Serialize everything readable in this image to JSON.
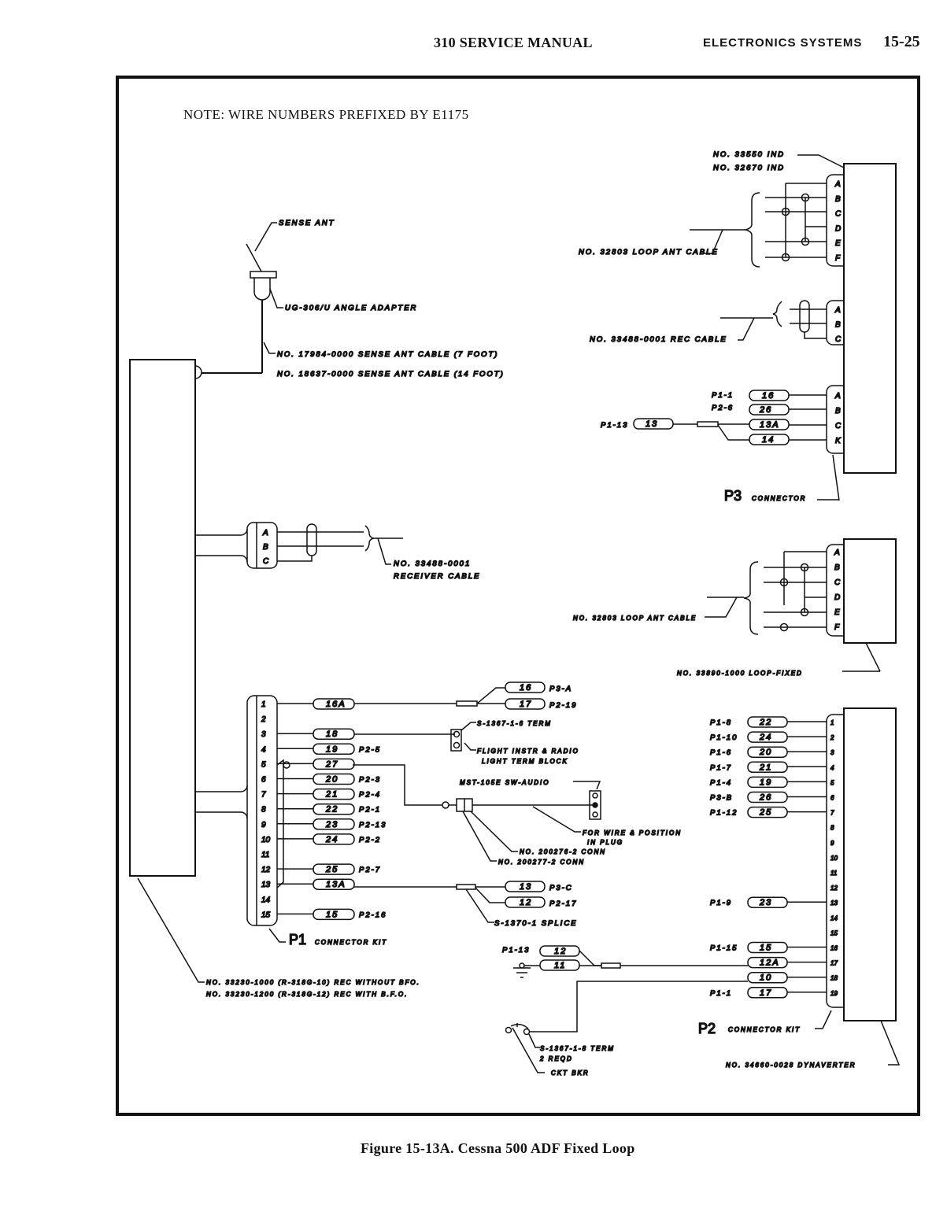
{
  "header": {
    "manual_title": "310 SERVICE MANUAL",
    "section": "ELECTRONICS SYSTEMS",
    "page": "15-25"
  },
  "note": "NOTE:   WIRE NUMBERS PREFIXED BY E1175",
  "caption": "Figure 15-13A.   Cessna 500 ADF Fixed Loop",
  "sense_antenna": {
    "antenna_label": "SENSE ANT",
    "adapter_label": "UG-306/U ANGLE ADAPTER",
    "cable_7ft": "NO. 17984-0000 SENSE ANT CABLE (7 FOOT)",
    "cable_14ft": "NO. 18637-0000 SENSE ANT CABLE (14 FOOT)"
  },
  "indicator": {
    "label_1": "NO. 33550 IND",
    "label_2": "NO. 32670 IND",
    "loop_cable": "NO. 32803 LOOP ANT CABLE",
    "loop_pins": [
      "A",
      "B",
      "C",
      "D",
      "E",
      "F"
    ],
    "rec_cable": "NO. 33488-0001 REC CABLE",
    "rec_pins": [
      "A",
      "B",
      "C"
    ]
  },
  "p3": {
    "label": "P3",
    "sublabel": "CONNECTOR",
    "pins": [
      "A",
      "B",
      "C",
      "K"
    ],
    "wires": [
      {
        "from": "P1-1",
        "num": "16"
      },
      {
        "from": "P2-6",
        "num": "26"
      },
      {
        "from": "",
        "num": "13A"
      },
      {
        "from": "",
        "num": "14"
      }
    ],
    "input_from": "P1-13",
    "input_num": "13"
  },
  "receiver_connector": {
    "pins": [
      "A",
      "B",
      "C"
    ],
    "cable_line1": "NO. 33488-0001",
    "cable_line2": "RECEIVER CABLE"
  },
  "loop_fixed": {
    "cable": "NO. 32803 LOOP ANT CABLE",
    "pins": [
      "A",
      "B",
      "C",
      "D",
      "E",
      "F"
    ],
    "unit": "NO. 33890-1000 LOOP-FIXED"
  },
  "p1": {
    "label": "P1",
    "sublabel": "CONNECTOR KIT",
    "pins": [
      "1",
      "2",
      "3",
      "4",
      "5",
      "6",
      "7",
      "8",
      "9",
      "10",
      "11",
      "12",
      "13",
      "14",
      "15"
    ],
    "wires": [
      {
        "pin": "1",
        "num": "16A",
        "dest": ""
      },
      {
        "pin": "3",
        "num": "18",
        "dest": ""
      },
      {
        "pin": "4",
        "num": "19",
        "dest": "P2-5"
      },
      {
        "pin": "5",
        "num": "27",
        "dest": ""
      },
      {
        "pin": "6",
        "num": "20",
        "dest": "P2-3"
      },
      {
        "pin": "7",
        "num": "21",
        "dest": "P2-4"
      },
      {
        "pin": "8",
        "num": "22",
        "dest": "P2-1"
      },
      {
        "pin": "9",
        "num": "23",
        "dest": "P2-13"
      },
      {
        "pin": "10",
        "num": "24",
        "dest": "P2-2"
      },
      {
        "pin": "12",
        "num": "25",
        "dest": "P2-7"
      },
      {
        "pin": "13",
        "num": "13A",
        "dest": ""
      },
      {
        "pin": "15",
        "num": "15",
        "dest": "P2-16"
      }
    ],
    "splice1_outputs": [
      {
        "num": "16",
        "dest": "P3-A"
      },
      {
        "num": "17",
        "dest": "P2-19"
      }
    ],
    "splice2_outputs": [
      {
        "num": "13",
        "dest": "P3-C"
      },
      {
        "num": "12",
        "dest": "P2-17"
      }
    ],
    "splice_label": "S-1370-1 SPLICE",
    "term_label": "S-1367-1-6 TERM",
    "term_block_line1": "FLIGHT INSTR & RADIO",
    "term_block_line2": "LIGHT TERM BLOCK",
    "audio_switch": "MST-105E SW-AUDIO",
    "wire_pos_line1": "FOR WIRE & POSITION",
    "wire_pos_line2": "IN PLUG",
    "conn1": "NO. 200276-2 CONN",
    "conn2": "NO. 200277-2 CONN"
  },
  "receiver": {
    "line1": "NO. 33230-1000 (R-318G-10) REC WITHOUT BFO.",
    "line2": "NO. 33230-1200 (R-318G-12) REC WITH B.F.O."
  },
  "p2": {
    "label": "P2",
    "sublabel": "CONNECTOR KIT",
    "pins": [
      "1",
      "2",
      "3",
      "4",
      "5",
      "6",
      "7",
      "8",
      "9",
      "10",
      "11",
      "12",
      "13",
      "14",
      "15",
      "16",
      "17",
      "18",
      "19"
    ],
    "wires": [
      {
        "pin": "1",
        "from": "P1-8",
        "num": "22"
      },
      {
        "pin": "2",
        "from": "P1-10",
        "num": "24"
      },
      {
        "pin": "3",
        "from": "P1-6",
        "num": "20"
      },
      {
        "pin": "4",
        "from": "P1-7",
        "num": "21"
      },
      {
        "pin": "5",
        "from": "P1-4",
        "num": "19"
      },
      {
        "pin": "6",
        "from": "P3-B",
        "num": "26"
      },
      {
        "pin": "7",
        "from": "P1-12",
        "num": "25"
      },
      {
        "pin": "13",
        "from": "P1-9",
        "num": "23"
      },
      {
        "pin": "16",
        "from": "P1-15",
        "num": "15"
      },
      {
        "pin": "17",
        "from": "",
        "num": "12A"
      },
      {
        "pin": "18",
        "from": "",
        "num": "10"
      },
      {
        "pin": "19",
        "from": "P1-1",
        "num": "17"
      }
    ],
    "splice_in": [
      {
        "from": "P1-13",
        "num": "12"
      },
      {
        "from": "",
        "num": "11"
      }
    ],
    "term_label": "S-1367-1-8 TERM",
    "term_qty": "2 REQD",
    "breaker": "CKT BKR",
    "dynaverter": "NO. 34660-0028 DYNAVERTER"
  }
}
